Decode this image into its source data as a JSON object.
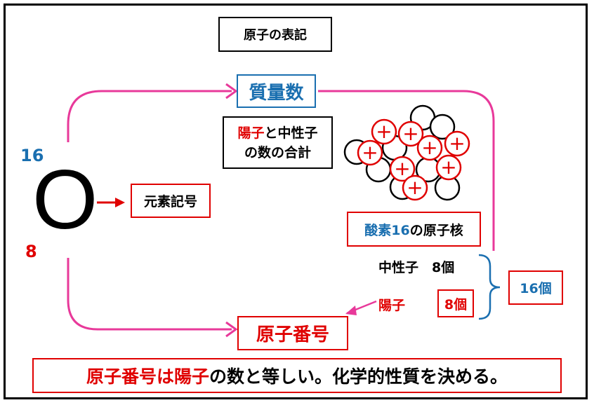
{
  "title": "原子の表記",
  "mass_number_label": "質量数",
  "mass_number_desc": {
    "part1": "陽子",
    "part2": "と中性子",
    "line2": "の数の合計"
  },
  "symbol": {
    "mass": "16",
    "letter": "O",
    "atomic": "8"
  },
  "element_symbol_label": "元素記号",
  "nucleus_label": {
    "highlight": "酸素16",
    "rest": "の原子核"
  },
  "neutron_line": "中性子　8個",
  "proton_label": "陽子",
  "proton_count": "8個",
  "total_count": "16個",
  "atomic_number_label": "原子番号",
  "plus_sign": "+",
  "bottom_statement": {
    "part1": "原子番号は陽子",
    "part2": "の数と等しい。化学的性質を決める。"
  },
  "colors": {
    "red": "#e00000",
    "blue": "#1a6fb0",
    "pink": "#e8399a",
    "black": "#000000"
  },
  "nucleus": {
    "protons": 8,
    "neutrons": 8
  }
}
